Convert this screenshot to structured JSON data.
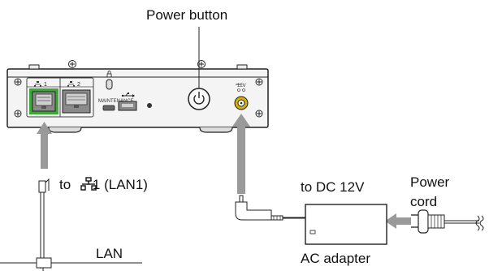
{
  "labels": {
    "power_button": "Power button",
    "to_lan1_prefix": "to ",
    "to_lan1_suffix": "1 (LAN1)",
    "to_dc": "to DC 12V",
    "power_cord_line1": "Power",
    "power_cord_line2": "cord",
    "lan": "LAN",
    "ac_adapter": "AC adapter"
  },
  "device_panel": {
    "port1_label": "1",
    "port2_label": "2",
    "maintenance_label": "MAINTENANCE",
    "dc_label": "12V"
  },
  "colors": {
    "highlight_green": "#3aa935",
    "arrow_gray": "#9a9a9a",
    "dc_jack_yellow": "#d8b000"
  },
  "icons": [
    "network-icon",
    "lock-icon",
    "usb-icon",
    "power-icon",
    "screw-icon",
    "lan-plug-icon",
    "dc-plug-icon",
    "ac-plug-icon"
  ]
}
